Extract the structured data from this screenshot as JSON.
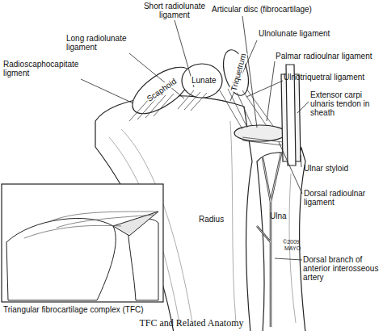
{
  "diagram": {
    "caption": "TFC and Related Anatomy",
    "labels": [
      "Short radiolunate ligament",
      "Articular disc (fibrocartilage)",
      "Long radiolunate ligament",
      "Ulnolunate ligament",
      "Palmar radioulnar ligament",
      "Radioscaphocapitate ligment",
      "Ulnotriquetral ligament",
      "Extensor carpi ulnaris tendon in sheath",
      "Scaphoid",
      "Lunate",
      "Triquetrum",
      "Ulnar styloid",
      "Dorsal radioulnar ligament",
      "Radius",
      "Ulna",
      "©2009",
      "MAYO",
      "Dorsal branch of anterior interosseous artery",
      "Triangular fibrocartilage complex (TFC)"
    ]
  }
}
